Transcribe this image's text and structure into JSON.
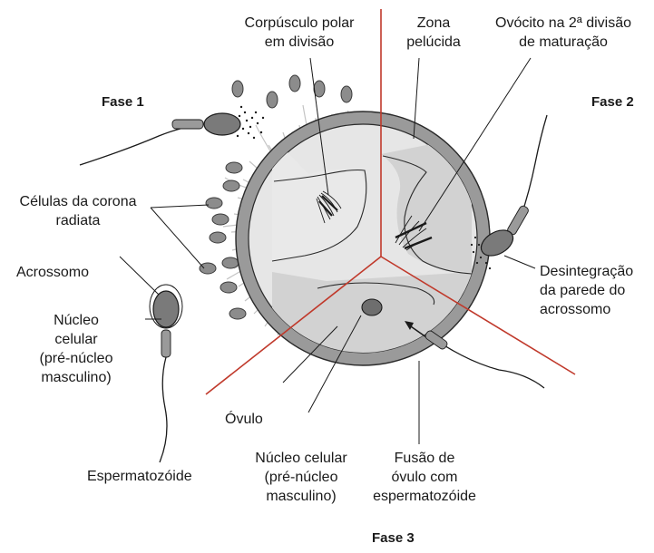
{
  "phases": {
    "p1": "Fase 1",
    "p2": "Fase 2",
    "p3": "Fase 3"
  },
  "labels": {
    "polar_body_1": "Corpúsculo polar",
    "polar_body_2": "em divisão",
    "zona_1": "Zona",
    "zona_2": "pelúcida",
    "oocyte_1": "Ovócito na 2ª divisão",
    "oocyte_2": "de maturação",
    "corona_1": "Células da corona",
    "corona_2": "radiata",
    "acrossomo": "Acrossomo",
    "nucleus_left_1": "Núcleo",
    "nucleus_left_2": "celular",
    "nucleus_left_3": "(pré-núcleo",
    "nucleus_left_4": "masculino)",
    "disintegration_1": "Desintegração",
    "disintegration_2": "da parede do",
    "disintegration_3": "acrossomo",
    "ovulo": "Óvulo",
    "nucleus_center_1": "Núcleo celular",
    "nucleus_center_2": "(pré-núcleo",
    "nucleus_center_3": "masculino)",
    "fusion_1": "Fusão de",
    "fusion_2": "óvulo com",
    "fusion_3": "espermatozóide",
    "espermatozoide": "Espermatozóide"
  },
  "colors": {
    "zona": "#9a9a9a",
    "cytoplasm": "#e6e6e6",
    "ooplasm": "#d2d2d2",
    "sperm_head": "#7a7a7a",
    "corona_cell": "#8c8c8c",
    "divider": "#c0392b",
    "ink": "#1a1a1a"
  }
}
